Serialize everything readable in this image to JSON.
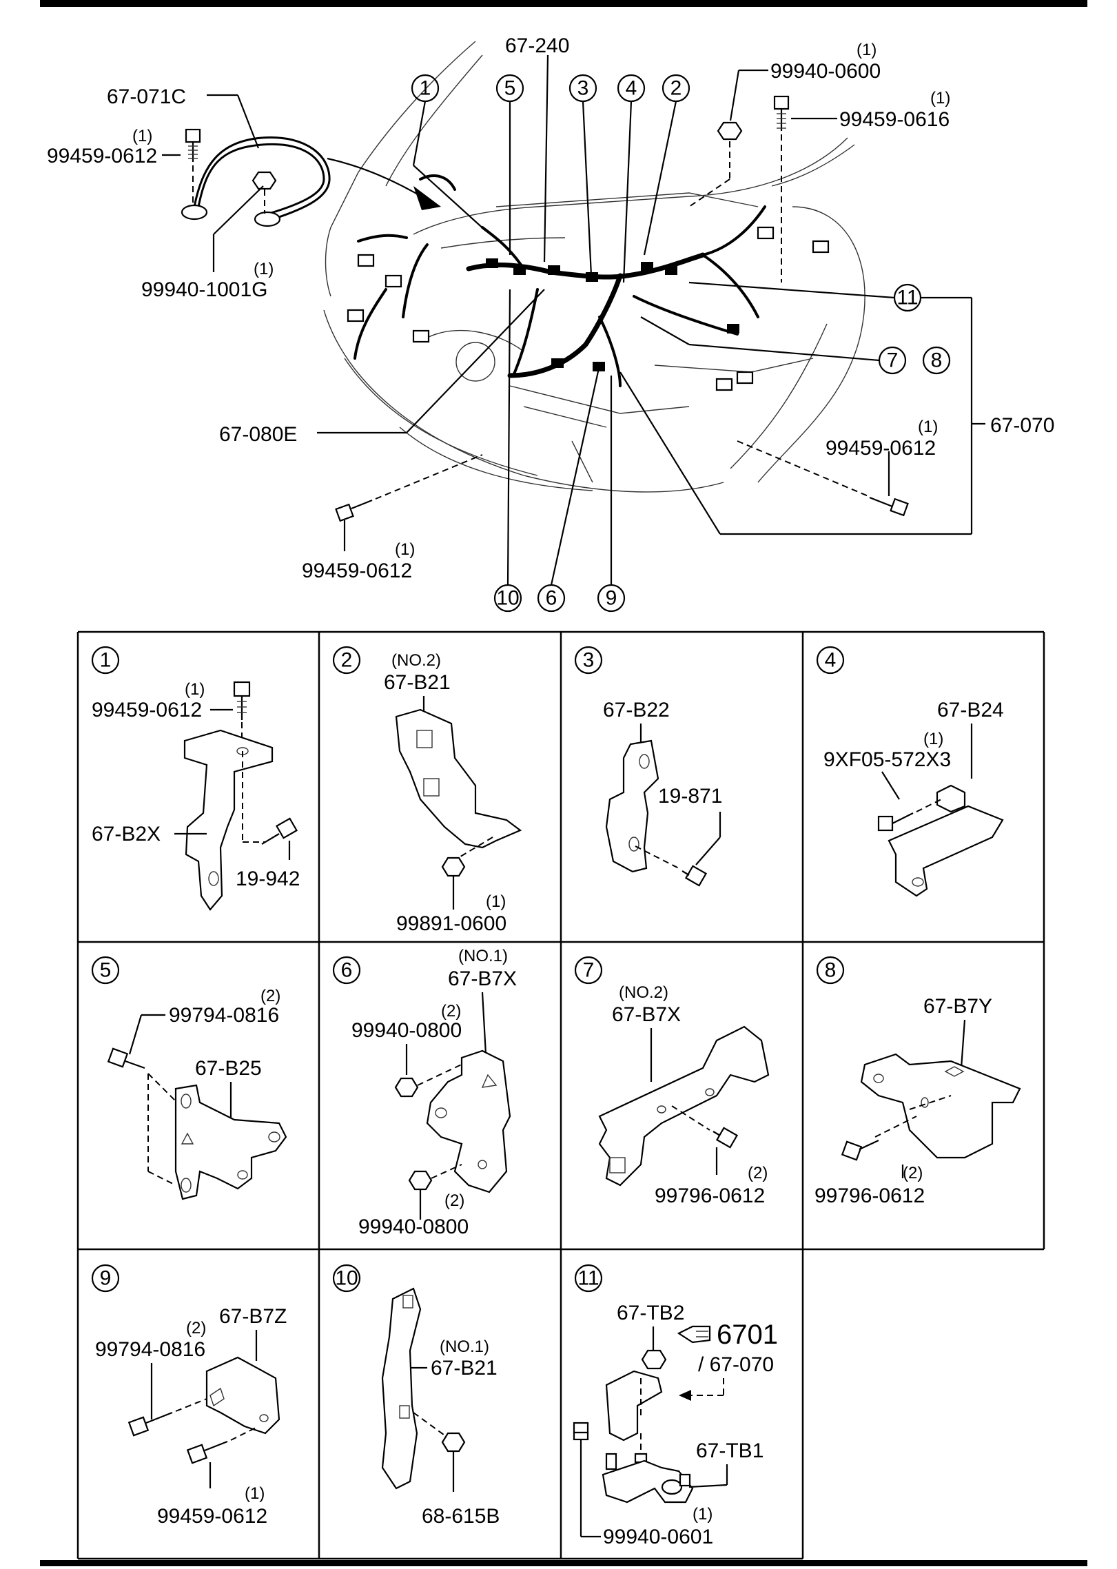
{
  "overview": {
    "labels": {
      "p67_240": "67-240",
      "p67_071C": "67-071C",
      "p99459_0612_a": "99459-0612",
      "q1_a": "(1)",
      "p99940_1001G": "99940-1001G",
      "q1_b": "(1)",
      "p99940_0600": "99940-0600",
      "q1_c": "(1)",
      "p99459_0616": "99459-0616",
      "q1_d": "(1)",
      "p67_080E": "67-080E",
      "p67_070": "67-070",
      "p99459_0612_b": "99459-0612",
      "q1_e": "(1)",
      "p99459_0612_c": "99459-0612",
      "q1_f": "(1)"
    },
    "callouts": [
      "1",
      "5",
      "3",
      "4",
      "2",
      "11",
      "7",
      "8",
      "10",
      "6",
      "9"
    ]
  },
  "panels": [
    {
      "num": "1",
      "labels": {
        "a": "99459-0612",
        "aq": "(1)",
        "b": "67-B2X",
        "c": "19-942"
      }
    },
    {
      "num": "2",
      "labels": {
        "note": "(NO.2)",
        "a": "67-B21",
        "b": "99891-0600",
        "bq": "(1)"
      }
    },
    {
      "num": "3",
      "labels": {
        "a": "67-B22",
        "b": "19-871"
      }
    },
    {
      "num": "4",
      "labels": {
        "a": "67-B24",
        "b": "9XF05-572X3",
        "bq": "(1)"
      }
    },
    {
      "num": "5",
      "labels": {
        "a": "99794-0816",
        "aq": "(2)",
        "b": "67-B25"
      }
    },
    {
      "num": "6",
      "labels": {
        "note": "(NO.1)",
        "a": "67-B7X",
        "b": "99940-0800",
        "bq": "(2)",
        "c": "99940-0800",
        "cq": "(2)"
      }
    },
    {
      "num": "7",
      "labels": {
        "note": "(NO.2)",
        "a": "67-B7X",
        "b": "99796-0612",
        "bq": "(2)"
      }
    },
    {
      "num": "8",
      "labels": {
        "a": "67-B7Y",
        "b": "99796-0612",
        "bq": "(2)"
      }
    },
    {
      "num": "9",
      "labels": {
        "a": "67-B7Z",
        "b": "99794-0816",
        "bq": "(2)",
        "c": "99459-0612",
        "cq": "(1)"
      }
    },
    {
      "num": "10",
      "labels": {
        "note": "(NO.1)",
        "a": "67-B21",
        "b": "68-615B"
      }
    },
    {
      "num": "11",
      "labels": {
        "a": "67-TB2",
        "ref": "6701",
        "refsub": "/ 67-070",
        "b": "67-TB1",
        "c": "99940-0601",
        "cq": "(1)"
      }
    }
  ]
}
